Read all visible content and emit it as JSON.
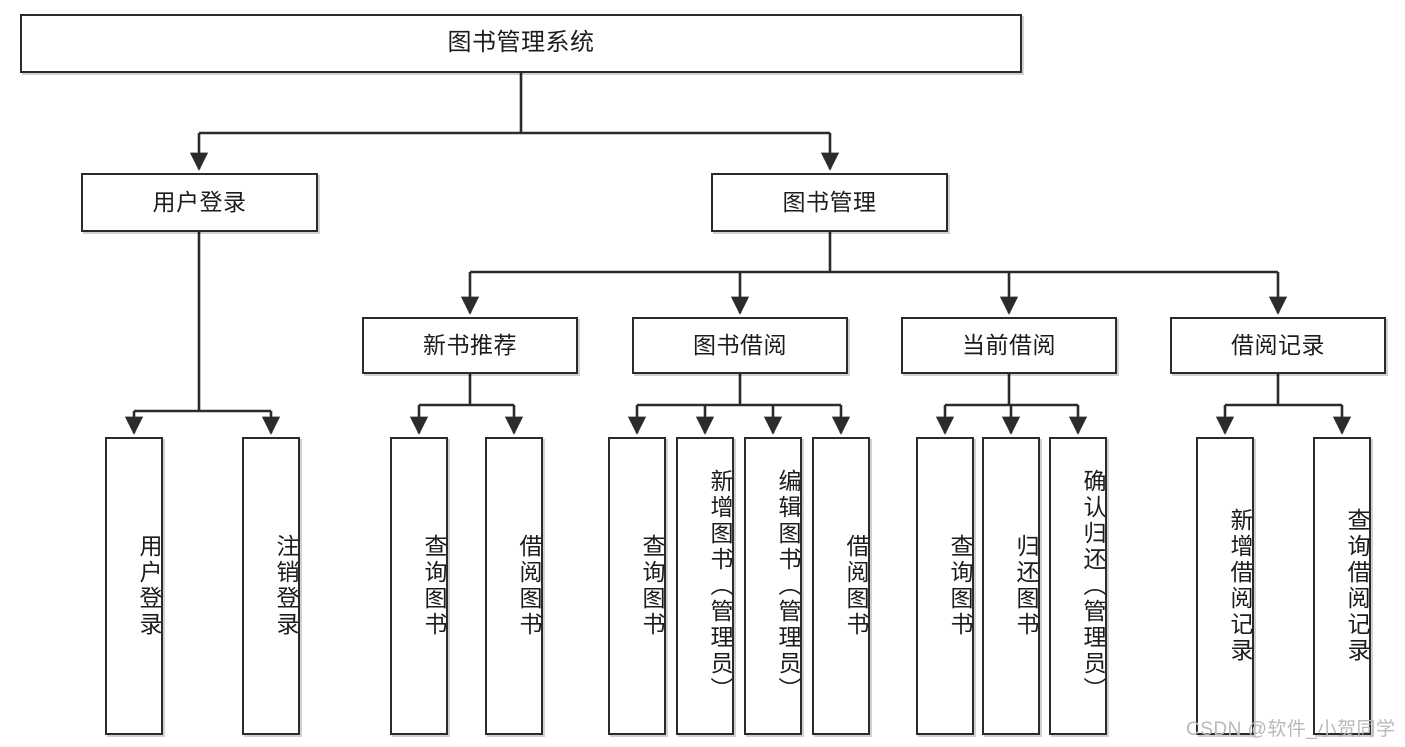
{
  "diagram": {
    "title": "图书管理系统",
    "type": "tree",
    "watermark": "CSDN @软件_小贺同学",
    "style": {
      "box_border_color": "#2b2b2b",
      "box_fill_color": "#ffffff",
      "connector_color": "#2b2b2b",
      "text_color": "#1c1c1c",
      "background_color": "#ffffff",
      "watermark_color": "#b9b9b9"
    },
    "nodes": {
      "root": {
        "label": "图书管理系统"
      },
      "level2": [
        {
          "id": "user-login",
          "label": "用户登录"
        },
        {
          "id": "book-manage",
          "label": "图书管理"
        }
      ],
      "level3": [
        {
          "id": "new-book-recommend",
          "label": "新书推荐"
        },
        {
          "id": "book-borrow",
          "label": "图书借阅"
        },
        {
          "id": "current-borrow",
          "label": "当前借阅"
        },
        {
          "id": "borrow-record",
          "label": "借阅记录"
        }
      ],
      "leaves": [
        {
          "id": "leaf-user-login",
          "label": "用户登录",
          "parent": "user-login"
        },
        {
          "id": "leaf-logout-login",
          "label": "注销登录",
          "parent": "user-login"
        },
        {
          "id": "leaf-query-book-1",
          "label": "查询图书",
          "parent": "new-book-recommend"
        },
        {
          "id": "leaf-borrow-book-1",
          "label": "借阅图书",
          "parent": "new-book-recommend"
        },
        {
          "id": "leaf-query-book-2",
          "label": "查询图书",
          "parent": "book-borrow"
        },
        {
          "id": "leaf-add-book",
          "label": "新增图书（管理员）",
          "parent": "book-borrow"
        },
        {
          "id": "leaf-edit-book",
          "label": "编辑图书（管理员）",
          "parent": "book-borrow"
        },
        {
          "id": "leaf-borrow-book-2",
          "label": "借阅图书",
          "parent": "book-borrow"
        },
        {
          "id": "leaf-query-book-3",
          "label": "查询图书",
          "parent": "current-borrow"
        },
        {
          "id": "leaf-return-book",
          "label": "归还图书",
          "parent": "current-borrow"
        },
        {
          "id": "leaf-confirm-return",
          "label": "确认归还（管理员）",
          "parent": "current-borrow"
        },
        {
          "id": "leaf-add-record",
          "label": "新增借阅记录",
          "parent": "borrow-record"
        },
        {
          "id": "leaf-query-record",
          "label": "查询借阅记录",
          "parent": "borrow-record"
        }
      ]
    }
  }
}
